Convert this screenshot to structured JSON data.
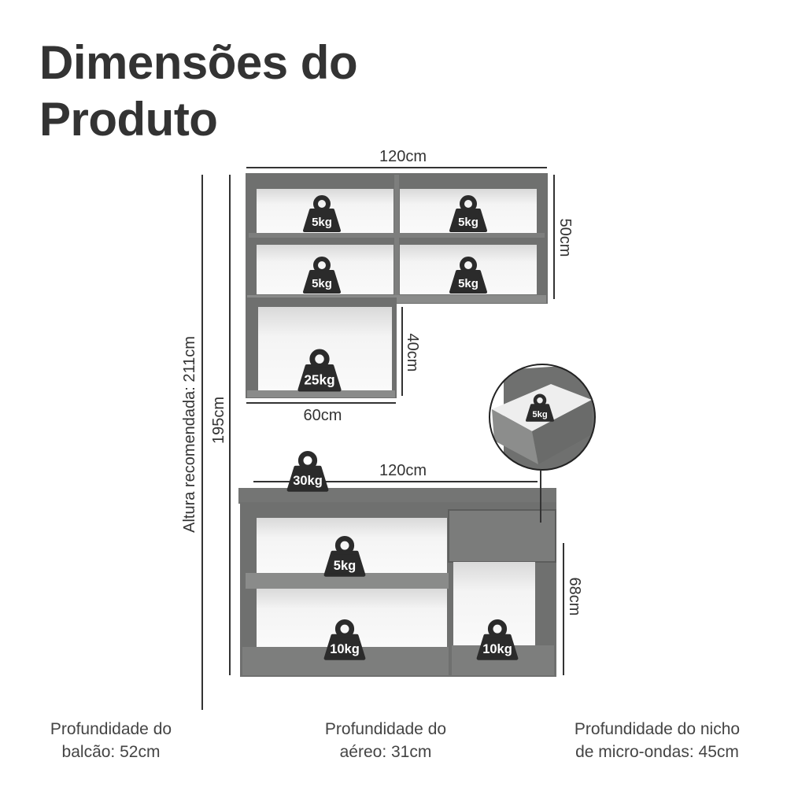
{
  "title": {
    "line1": "Dimensões do",
    "line2": "Produto"
  },
  "dimensions": {
    "upper_width": "120cm",
    "upper_height": "50cm",
    "niche_height": "40cm",
    "niche_width": "60cm",
    "total_height": "195cm",
    "recommended_height": "Altura recomendada: 211cm",
    "counter_width": "120cm",
    "counter_height": "68cm"
  },
  "weights": {
    "upper_top_left": "5kg",
    "upper_top_right": "5kg",
    "upper_mid_left": "5kg",
    "upper_mid_right": "5kg",
    "upper_niche": "25kg",
    "counter_top": "30kg",
    "counter_shelf": "5kg",
    "counter_bottom_left": "10kg",
    "counter_bottom_right": "10kg",
    "drawer": "5kg"
  },
  "captions": {
    "counter_depth": {
      "line1": "Profundidade do",
      "line2": "balcão: 52cm"
    },
    "upper_depth": {
      "line1": "Profundidade do",
      "line2": "aéreo: 31cm"
    },
    "microwave_depth": {
      "line1": "Profundidade do nicho",
      "line2": "de micro-ondas: 45cm"
    }
  },
  "colors": {
    "cabinet": "#6f706f",
    "cabinet_dark": "#5c5d5c",
    "interior": "#f2f2f2",
    "weight_icon": "#2b2b2b"
  }
}
